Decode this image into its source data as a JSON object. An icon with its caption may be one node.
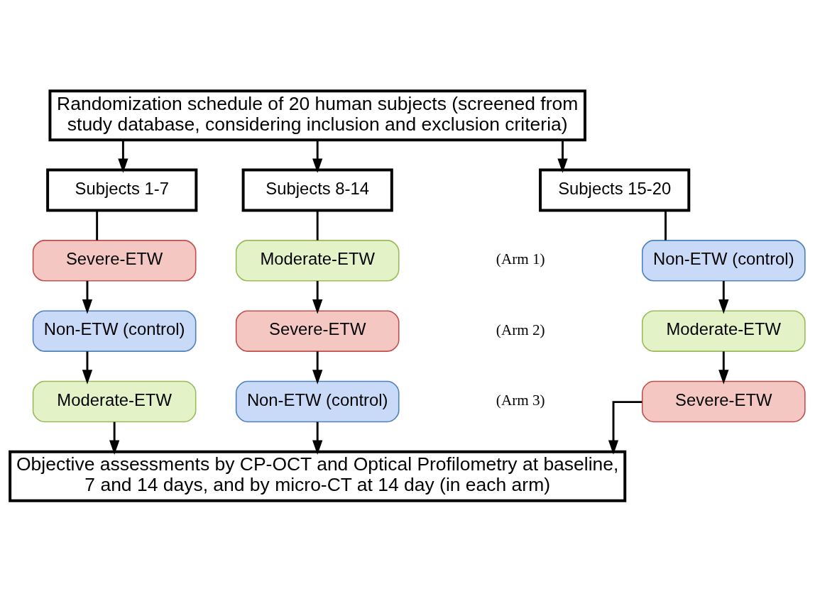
{
  "diagram": {
    "nodes": [
      {
        "text": [
          "Randomization schedule of 20 human subjects (screened from study database, considering inclusion and exclusion criteria)"
        ]
      },
      {
        "text": [
          "Subjects 1-7"
        ]
      },
      {
        "text": [
          "Subjects 8-14"
        ]
      },
      {
        "text": [
          "Subjects 15-20"
        ]
      },
      {
        "text": [
          "Severe-ETW"
        ]
      },
      {
        "text": [
          "Moderate-ETW"
        ]
      },
      {
        "text": [
          "Non-ETW (control)"
        ]
      },
      {
        "text": [
          "Non-ETW (control)"
        ]
      },
      {
        "text": [
          "Severe-ETW"
        ]
      },
      {
        "text": [
          "Moderate-ETW"
        ]
      },
      {
        "text": [
          "Moderate-ETW"
        ]
      },
      {
        "text": [
          "Non-ETW (control)"
        ]
      },
      {
        "text": [
          "Severe-ETW"
        ]
      },
      {
        "text": [
          "Objective assessments by CP-OCT and Optical Profilometry at baseline, 7 and 14 days, and by micro-CT at 14 day (in each arm)"
        ]
      }
    ],
    "edges": [
      {
        "from": 0,
        "to": 1,
        "arrow": "to"
      },
      {
        "from": 0,
        "to": 2,
        "arrow": "to"
      },
      {
        "from": 0,
        "to": 3,
        "arrow": "to"
      },
      {
        "from": 1,
        "to": 4,
        "arrow": "none"
      },
      {
        "from": 2,
        "to": 5,
        "arrow": "none"
      },
      {
        "from": 3,
        "to": 6,
        "arrow": "none"
      },
      {
        "from": 4,
        "to": 7,
        "arrow": "to"
      },
      {
        "from": 7,
        "to": 10,
        "arrow": "to"
      },
      {
        "from": 5,
        "to": 8,
        "arrow": "to"
      },
      {
        "from": 8,
        "to": 11,
        "arrow": "to"
      },
      {
        "from": 6,
        "to": 9,
        "arrow": "to"
      },
      {
        "from": 9,
        "to": 12,
        "arrow": "to"
      },
      {
        "from": 10,
        "to": 13,
        "arrow": "to"
      },
      {
        "from": 11,
        "to": 13,
        "arrow": "to"
      },
      {
        "from": 12,
        "to": 13,
        "arrow": "to"
      }
    ],
    "labels": [
      "(Arm 1)",
      "(Arm 2)",
      "(Arm 3)"
    ]
  }
}
